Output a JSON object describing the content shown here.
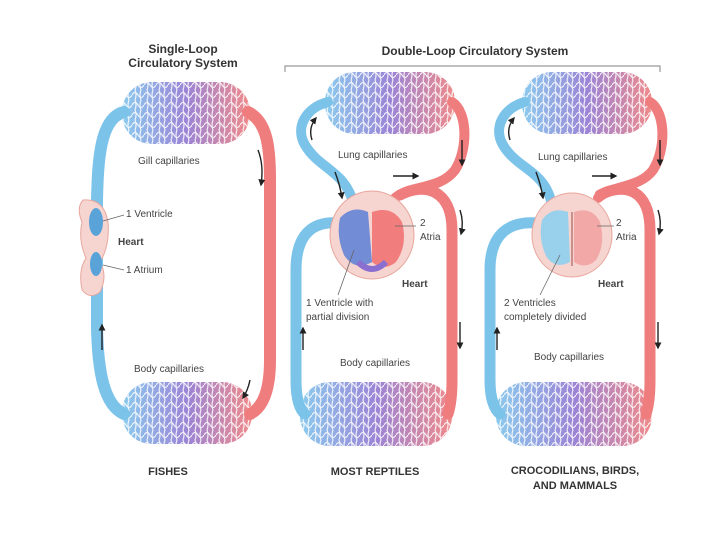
{
  "headers": {
    "single_loop_line1": "Single-Loop",
    "single_loop_line2": "Circulatory System",
    "double_loop": "Double-Loop Circulatory System"
  },
  "fish": {
    "gill_capillaries": "Gill capillaries",
    "ventricle": "1 Ventricle",
    "heart": "Heart",
    "atrium": "1 Atrium",
    "body_capillaries": "Body capillaries",
    "caption": "FISHES"
  },
  "reptile": {
    "lung_capillaries": "Lung capillaries",
    "atria_line1": "2",
    "atria_line2": "Atria",
    "heart": "Heart",
    "ventricle_line1": "1 Ventricle with",
    "ventricle_line2": "partial division",
    "body_capillaries": "Body capillaries",
    "caption": "MOST REPTILES"
  },
  "mammal": {
    "lung_capillaries": "Lung capillaries",
    "atria_line1": "2",
    "atria_line2": "Atria",
    "heart": "Heart",
    "ventricles_line1": "2 Ventricles",
    "ventricles_line2": "completely divided",
    "body_capillaries": "Body capillaries",
    "caption_line1": "CROCODILIANS, BIRDS,",
    "caption_line2": "AND MAMMALS"
  },
  "colors": {
    "oxygenated": "#ef7d7d",
    "deoxygenated": "#7cc3ea",
    "capillary_mix": "#9b84d6",
    "heart_fill": "#f6d4d0"
  }
}
